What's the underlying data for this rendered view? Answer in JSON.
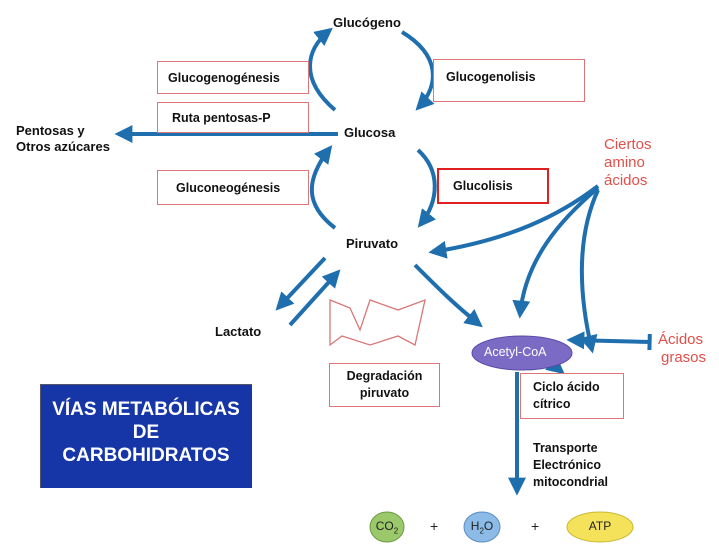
{
  "nodes": {
    "glucogeno": "Glucógeno",
    "glucosa": "Glucosa",
    "piruvato": "Piruvato",
    "lactato": "Lactato",
    "pentosas": "Pentosas y",
    "otros_azucares": "Otros azúcares",
    "acetyl_coa": "Acetyl-CoA",
    "transporte_line1": "Transporte",
    "transporte_line2": "Electrónico",
    "transporte_line3": "mitocondrial"
  },
  "process_boxes": {
    "glucogenogenesis": "Glucogenogénesis",
    "ruta_pentosas": "Ruta pentosas-P",
    "glucogenolisis": "Glucogenolisis",
    "gluconeogenesis": "Gluconeogénesis",
    "glucolisis": "Glucolisis",
    "degradacion_line1": "Degradación",
    "degradacion_line2": "piruvato",
    "ciclo_line1": "Ciclo ácido",
    "ciclo_line2": "cítrico"
  },
  "inputs": {
    "ciertos_line1": "Ciertos",
    "ciertos_line2": "amino",
    "ciertos_line3": "ácidos",
    "acidos_line1": "Ácidos",
    "acidos_line2": "grasos"
  },
  "title": {
    "line1": "VÍAS METABÓLICAS",
    "line2": "DE",
    "line3": "CARBOHIDRATOS"
  },
  "products": {
    "co2": "CO",
    "co2_sub": "2",
    "h2o_pre": "H",
    "h2o_sub": "2",
    "h2o_post": "O",
    "atp": "ATP",
    "plus1": "+",
    "plus2": "+"
  },
  "colors": {
    "arrow": "#1f6fae",
    "box_border": "#d77777",
    "glucolisis_border": "#e02020",
    "red_text": "#e0504a",
    "title_bg": "#1636a8",
    "acetyl_coa_fill": "#7b6bc4",
    "co2_fill": "#9bc86a",
    "h2o_fill": "#8cbbe8",
    "atp_fill": "#f4e35a"
  }
}
